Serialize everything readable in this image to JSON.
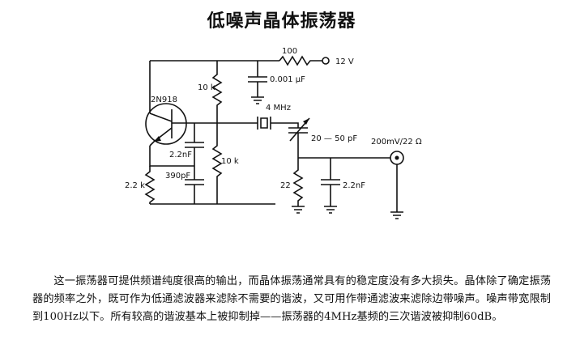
{
  "title": "低噪声晶体振荡器",
  "labels": {
    "transistor": "2N918",
    "r_supply": "100",
    "supply": "12 V",
    "c_bypass": "0.001 μF",
    "r_top": "10 k",
    "crystal": "4 MHz",
    "c_feedback1": "2.2nF",
    "r_bottom": "10 k",
    "trimmer": "20 — 50 pF",
    "output": "200mV/22 Ω",
    "c_feedback2": "390pF",
    "r_emitter": "2.2 k",
    "r_load": "22",
    "c_out": "2.2nF"
  },
  "description": "这一振荡器可提供频谱纯度很高的输出，而晶体振荡通常具有的稳定度没有多大损失。晶体除了确定振荡器的频率之外，既可作为低通滤波器来滤除不需要的谐波，又可用作带通滤波来滤除边带噪声。噪声带宽限制到100Hz以下。所有较高的谐波基本上被抑制掉——振荡器的4MHz基频的三次谐波被抑制60dB。"
}
